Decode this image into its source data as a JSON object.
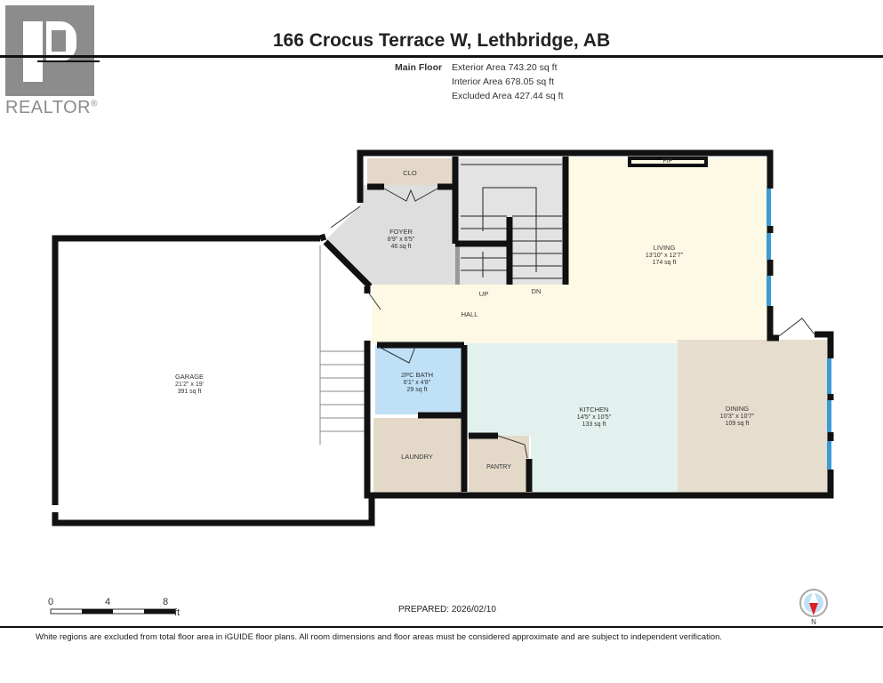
{
  "logo": {
    "text": "REALTOR",
    "mark": "®"
  },
  "title": "166 Crocus Terrace W, Lethbridge, AB",
  "floor": {
    "name": "Main Floor",
    "areas": [
      "Exterior Area 743.20 sq ft",
      "Interior Area 678.05 sq ft",
      "Excluded Area 427.44 sq ft"
    ]
  },
  "rooms": {
    "clo": {
      "name": "CLO"
    },
    "foyer": {
      "name": "FOYER",
      "dims": "8'9\" x 6'5\"",
      "area": "46 sq ft"
    },
    "living": {
      "name": "LIVING",
      "dims": "13'10\" x 12'7\"",
      "area": "174 sq ft"
    },
    "fireplace": {
      "name": "F/P"
    },
    "hall": {
      "name": "HALL"
    },
    "stairs_up": "UP",
    "stairs_down": "DN",
    "garage": {
      "name": "GARAGE",
      "dims": "21'2\" x 19'",
      "area": "391 sq ft"
    },
    "bath": {
      "name": "2PC BATH",
      "dims": "6'1\" x 4'8\"",
      "area": "29 sq ft"
    },
    "kitchen": {
      "name": "KITCHEN",
      "dims": "14'5\" x 10'5\"",
      "area": "133 sq ft"
    },
    "dining": {
      "name": "DINING",
      "dims": "10'3\" x 10'7\"",
      "area": "109 sq ft"
    },
    "laundry": {
      "name": "LAUNDRY"
    },
    "pantry": {
      "name": "PANTRY"
    }
  },
  "colors": {
    "wall": "#111111",
    "closet": "#e4d9c9",
    "foyer": "#dedede",
    "living": "#fdf9e4",
    "bath": "#bfe0f7",
    "kitchen": "#e3f1ee",
    "dining": "#e7ddcf",
    "window": "#3a9bd5"
  },
  "scale": {
    "ticks": [
      "0",
      "4",
      "8"
    ],
    "unit": "ft"
  },
  "prepared": "PREPARED: 2026/02/10",
  "compass": {
    "label": "N"
  },
  "disclaimer": "White regions are excluded from total floor area in iGUIDE floor plans. All room dimensions and floor areas must be considered approximate and are subject to independent verification."
}
